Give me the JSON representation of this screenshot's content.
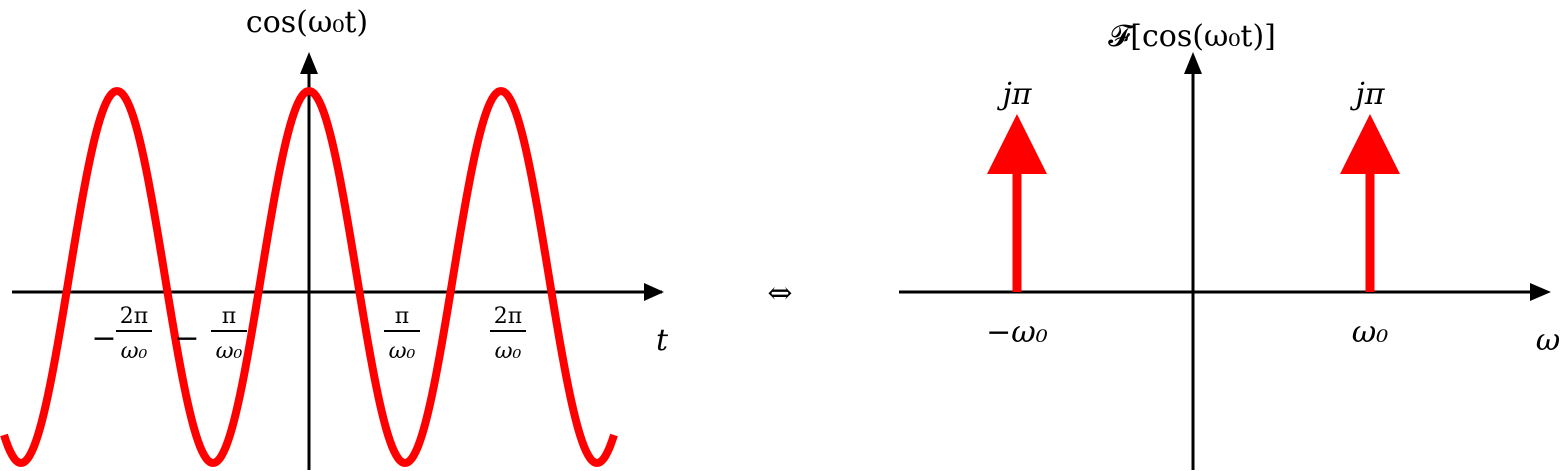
{
  "left_plot": {
    "title": "cos(ω₀t)",
    "x_axis_label": "t",
    "tick_labels": [
      {
        "value": -2,
        "sign": "−",
        "numerator": "2π",
        "denominator": "ω₀"
      },
      {
        "value": -1,
        "sign": "−",
        "numerator": "π",
        "denominator": "ω₀"
      },
      {
        "value": 1,
        "sign": "",
        "numerator": "π",
        "denominator": "ω₀"
      },
      {
        "value": 2,
        "sign": "",
        "numerator": "2π",
        "denominator": "ω₀"
      }
    ],
    "curve_color": "#ff0000"
  },
  "equivalence_symbol": "⇔",
  "right_plot": {
    "title": "𝓕[cos(ω₀t)]",
    "x_axis_label": "ω",
    "impulses": [
      {
        "position": -1,
        "label": "jπ",
        "tick_label": "−ω₀"
      },
      {
        "position": 1,
        "label": "jπ",
        "tick_label": "ω₀"
      }
    ],
    "impulse_color": "#ff0000"
  }
}
